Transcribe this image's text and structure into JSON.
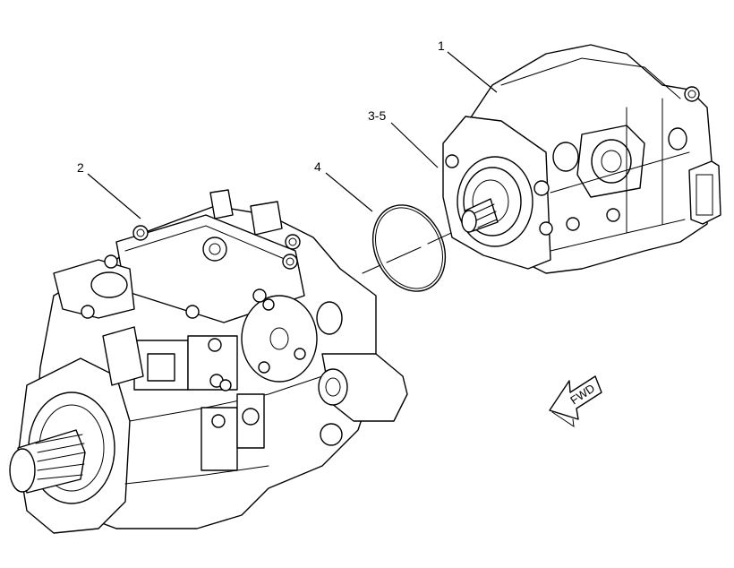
{
  "callouts": {
    "item_1": "1",
    "item_2": "2",
    "item_3_5": "3-5",
    "item_4": "4"
  },
  "direction_arrow": {
    "label": "FWD"
  },
  "colors": {
    "line": "#000000",
    "background": "#ffffff"
  },
  "icons": [
    "pump-assembly-1",
    "pump-assembly-2",
    "fastener-group-3-5",
    "o-ring-seal-4",
    "forward-arrow-icon"
  ]
}
